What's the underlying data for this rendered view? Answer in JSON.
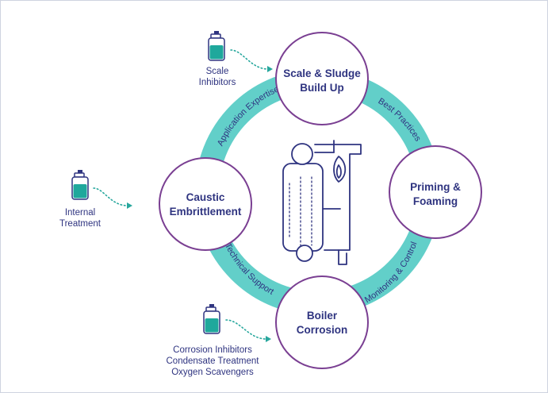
{
  "colors": {
    "ring": "#62cfc9",
    "navy": "#2f3480",
    "circle_border": "#7a3f92",
    "teal": "#1fa89c",
    "arrow": "#27a79d"
  },
  "nodes": {
    "top": {
      "line1": "Scale & Sludge",
      "line2": "Build Up"
    },
    "right": {
      "line1": "Priming &",
      "line2": "Foaming"
    },
    "bottom": {
      "line1": "Boiler",
      "line2": "Corrosion"
    },
    "left": {
      "line1": "Caustic",
      "line2": "Embrittlement"
    }
  },
  "ring_labels": {
    "top_left": "Application Expertise",
    "top_right": "Best Practices",
    "bottom_right": "Monitoring & Control",
    "bottom_left": "Technical Support"
  },
  "treatments": {
    "top": {
      "icon": "chemical-jar-icon",
      "line1": "Scale",
      "line2": "Inhibitors"
    },
    "left": {
      "icon": "chemical-jar-icon",
      "line1": "Internal",
      "line2": "Treatment"
    },
    "bottom": {
      "icon": "chemical-jar-icon",
      "line1": "Corrosion Inhibitors",
      "line2": "Condensate Treatment",
      "line3": "Oxygen Scavengers"
    }
  },
  "center": {
    "icon": "boiler-icon"
  }
}
